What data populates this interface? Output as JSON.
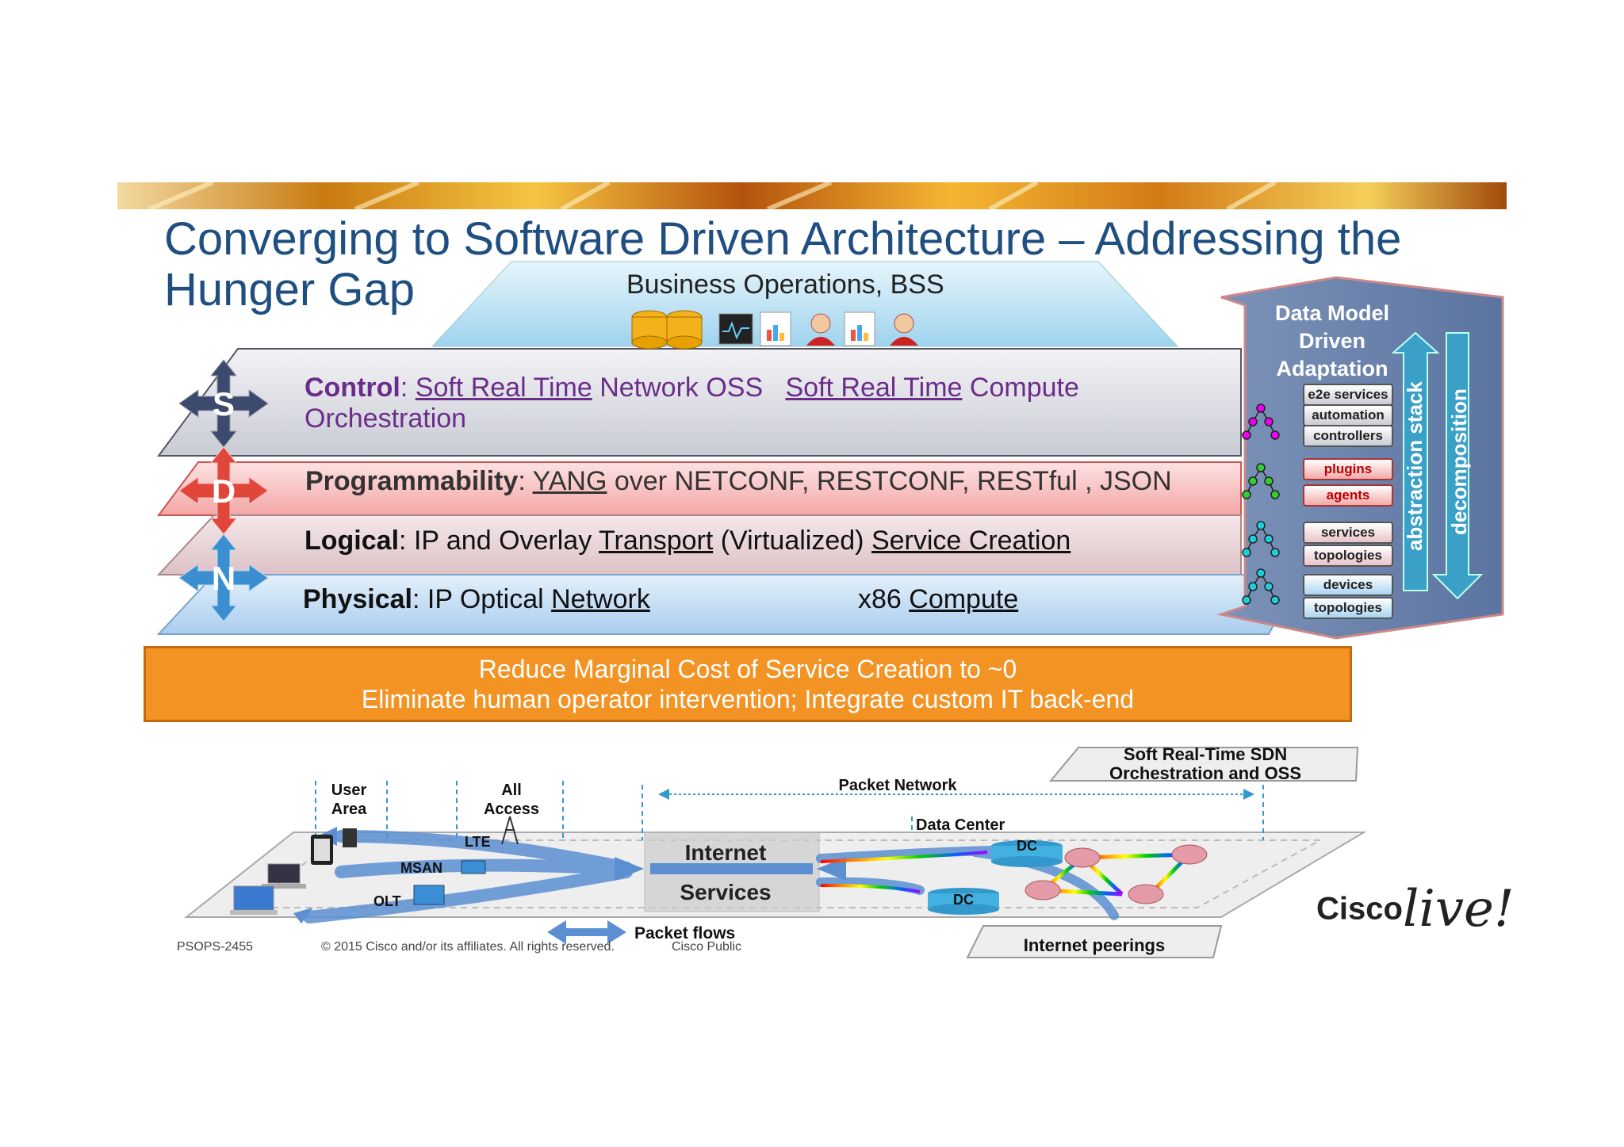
{
  "title": "Converging to Software Driven Architecture – Addressing the Hunger Gap",
  "title_line1": "Converging to Software Driven Architecture – Addressing the",
  "title_line2": "Hunger Gap",
  "bss": {
    "label": "Business Operations, BSS"
  },
  "layers": {
    "control": {
      "badge": "S",
      "label": "Control",
      "sep": ": ",
      "t1": "Soft Real Time",
      "t2": " Network OSS",
      "t3": "Soft Real Time",
      "t4": " Compute",
      "line2": "Orchestration"
    },
    "programmability": {
      "badge": "D",
      "label": "Programmability",
      "sep": ": ",
      "t1": "YANG",
      "t2": " over NETCONF, RESTCONF, RESTful , JSON"
    },
    "logical": {
      "label": "Logical",
      "sep": ": ",
      "t1": "IP and Overlay ",
      "t2": "Transport",
      "t3": " (Virtualized) ",
      "t4": "Service Creation"
    },
    "physical": {
      "badge": "N",
      "label": "Physical",
      "sep": ": ",
      "t1": "IP Optical ",
      "t2": "Network",
      "t3": "x86 ",
      "t4": "Compute"
    }
  },
  "side_panel": {
    "title_l1": "Data Model",
    "title_l2": "Driven",
    "title_l3": "Adaptation",
    "up_arrow_label": "abstraction stack",
    "down_arrow_label": "decomposition",
    "pills": [
      "e2e services",
      "automation",
      "controllers",
      "plugins",
      "agents",
      "services",
      "topologies",
      "devices",
      "topologies"
    ]
  },
  "banner": {
    "line1": "Reduce Marginal Cost of Service Creation to ~0",
    "line2": "Eliminate human operator intervention; Integrate custom IT back-end"
  },
  "network": {
    "user_area": [
      "User",
      "Area"
    ],
    "all_access": [
      "All",
      "Access"
    ],
    "packet_network": "Packet Network",
    "soft_rt": [
      "Soft Real-Time SDN",
      "Orchestration and OSS"
    ],
    "data_center": "Data Center",
    "lte": "LTE",
    "msan": "MSAN",
    "olt": "OLT",
    "internet": "Internet",
    "services": "Services",
    "dc1": "DC",
    "dc2": "DC",
    "packet_flows": "Packet flows",
    "internet_peerings": "Internet peerings"
  },
  "footer": {
    "code": "PSOPS-2455",
    "copyright": "© 2015 Cisco and/or its affiliates. All rights reserved.",
    "classification": "Cisco Public"
  },
  "logo": {
    "brand": "Cisco",
    "live": "live!"
  },
  "colors": {
    "title": "#1f4e80",
    "banner": "#f39324",
    "control_layer": "#d6d7de",
    "prog_layer": "#f7b9b9",
    "logical_layer": "#e8d3d6",
    "physical_layer": "#bcd9f2",
    "side_panel": "#6b85ab",
    "arrow_blue": "#3aa0c8"
  }
}
